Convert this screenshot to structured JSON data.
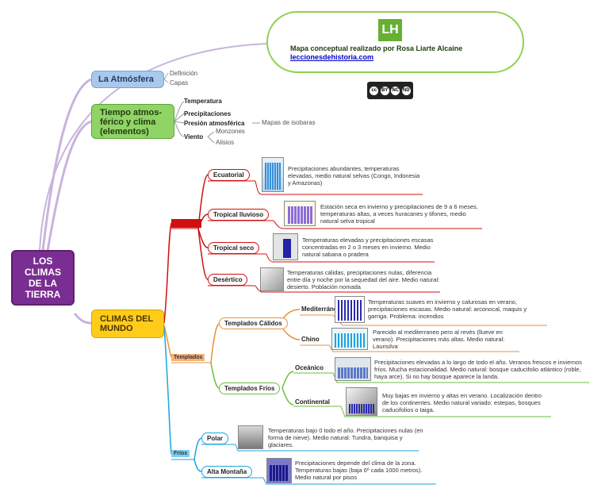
{
  "credit": {
    "logo": "LH",
    "line1": "Mapa conceptual realizado por Rosa Liarte Alcaine",
    "link": "leccionesdehistoria.com",
    "license_icons": [
      "cc-icon",
      "by-icon",
      "nc-icon",
      "nd-icon"
    ],
    "license_labels": [
      "cc",
      "BY",
      "NC",
      "ND"
    ]
  },
  "root": {
    "label": "LOS\nCLIMAS\nDE LA\nTIERRA"
  },
  "atmosfera": {
    "label": "La Atmósfera",
    "items": [
      "Definición",
      "Capas"
    ]
  },
  "tiempo": {
    "label": "Tiempo atmos-\nférico y clima\n(elementos)",
    "items": [
      "Temperatura",
      "Precipitaciones",
      "Presión atmosférica",
      "Viento"
    ],
    "presion_sub": "Mapas de isobaras",
    "viento_sub": [
      "Monzones",
      "Alisios"
    ]
  },
  "climas": {
    "label": "CLIMAS DEL\nMUNDO"
  },
  "calidos": {
    "label": "",
    "color": "#d01010",
    "items": [
      {
        "name": "Ecuatorial",
        "desc": "Precipitaciones abundantes, temperaturas elevadas, medio natural selvas (Congo, Indonesia y Amazonas)"
      },
      {
        "name": "Tropical lluvioso",
        "desc": "Estación seca en invierno y precipitaciones de 9 a 6 meses, temperaturas altas, a veces huracanes y tifones, medio natural selva tropical"
      },
      {
        "name": "Tropical seco",
        "desc": "Temperaturas elevadas y precipitaciones escasas concentradas en 2 o 3 meses en invierno. Medio natural sabana o pradera"
      },
      {
        "name": "Desértico",
        "desc": "Temperaturas cálidas, precipitaciones nulas, diferencia entre día y noche por la sequedad del aire. Medio natural: desierto. Población nomada"
      }
    ]
  },
  "templados": {
    "label": "Templados",
    "color": "#e8913a",
    "calidos_label": "Templados Cálidos",
    "frios_label": "Templados Fríos",
    "items": [
      {
        "name": "Mediterráneo",
        "desc": "Temperaturas suaves en invierno y calurosas en verano, precipitaciones escasas. Medio natural: arconocal, maquis y garriga. Problema: incendios"
      },
      {
        "name": "Chino",
        "desc": "Parecido al mediterraneo pero al revés (llueve en verano). Precipitaciones más altas. Medio natural: Laurisilva"
      },
      {
        "name": "Oceánico",
        "desc": "Precipitaciones elevadas a lo largo de todo el año. Veranos frescos e inviernos fríos. Mucha estacionalidad. Medio natural: bosque caducifolio atlántico (roble, haya arce). Si no hay bosque aparece la landa."
      },
      {
        "name": "Continental",
        "desc": "Muy bajas en invierno y altas en verano. Localización dentro de los continentes. Medio natural variado: estepas, bosques caducifolios o taiga."
      }
    ]
  },
  "frios": {
    "label": "Fríos",
    "color": "#1ea3df",
    "items": [
      {
        "name": "Polar",
        "desc": "Temperaturas bajo 0 todo el año. Precipitaciones nulas (en forma de nieve). Medio natural: Tundra, banquisa y glaciares."
      },
      {
        "name": "Alta Montaña",
        "desc": "Precipitaciones depende del clima de la zona. Temperaturas bajas (baja 6º cada 1000 metros). Medio natural por pisos"
      }
    ]
  }
}
